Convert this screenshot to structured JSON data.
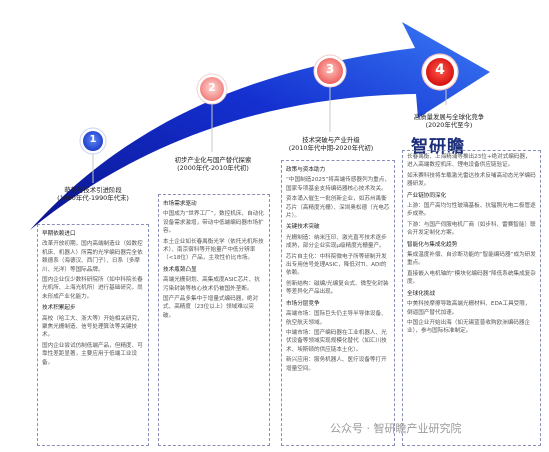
{
  "stages": [
    {
      "num": "1",
      "title": "萌芽与技术引进阶段",
      "period": "(1980年代-1990年代末)"
    },
    {
      "num": "2",
      "title": "初步产业化与国产替代探索",
      "period": "(2000年代-2010年代初)"
    },
    {
      "num": "3",
      "title": "技术突破与产业升级",
      "period": "(2010年代中期-2020年代初)"
    },
    {
      "num": "4",
      "title": "高质量发展与全球化竞争",
      "period": "(2020年代至今)"
    }
  ],
  "columns": [
    {
      "items": [
        {
          "kind": "h",
          "text": "早期依赖进口"
        },
        {
          "kind": "p",
          "text": "改革开放初期，国内高端制造业（如数控机床、机器人）所需的光学编码器完全依赖德系（海德汉、西门子）、日系（多摩川、光洋）等国际品牌。"
        },
        {
          "kind": "p",
          "text": "国内企业仅少数科研院所（如中科院长春光机所、上海光机所）进行基础研究，尚未形成产业化能力。"
        },
        {
          "kind": "h",
          "text": "技术积累起步"
        },
        {
          "kind": "p",
          "text": "高校（哈工大、浙大等）开始相关研究，聚焦光栅制造、信号处理算法等关键技术。"
        },
        {
          "kind": "p",
          "text": "国内企业尝试仿制低端产品，但精度、可靠性差距显著，主要应用于低端工业设备。"
        }
      ]
    },
    {
      "items": [
        {
          "kind": "h",
          "text": "市场需求驱动"
        },
        {
          "kind": "p",
          "text": "中国成为“世界工厂”，数控机床、自动化设备需求激增，带动中低端编码器市场扩容。"
        },
        {
          "kind": "p",
          "text": "本土企业如长春禹衡光学（依托光机所技术）、南京宿科等开始量产中低分辨率（<18位）产品，主攻性价比市场。"
        },
        {
          "kind": "h",
          "text": "技术瓶颈凸显"
        },
        {
          "kind": "p",
          "text": "高端光栅刻划、高集成度ASIC芯片、抗污染封装等核心技术仍被国外垄断。"
        },
        {
          "kind": "p",
          "text": "国产产品多集中于增量式编码器，绝对式、高精度（23位以上）领域难以突破。"
        }
      ]
    },
    {
      "items": [
        {
          "kind": "h",
          "text": "政策与资本助力"
        },
        {
          "kind": "p",
          "text": "“中国制造2025”将高端传感器列为重点，国家专项基金支持编码器核心技术攻关。"
        },
        {
          "kind": "p",
          "text": "资本涌入催生一批创新企业，如苏州禹衡芯片（高精度光栅）、深圳奥松德（光电芯片）。"
        },
        {
          "kind": "h",
          "text": "关键技术突破"
        },
        {
          "kind": "p",
          "text": "光栅制造：纳米压印、激光直写技术逐步成熟，部分企业实现μ级精度光栅量产。"
        },
        {
          "kind": "p",
          "text": "芯片自主化：中科院微电子所等研制开发出专用信号处理ASIC，降低对TI、ADI的依赖。"
        },
        {
          "kind": "p",
          "text": "创新结构：磁编/光编复合式、微型化封装等差异化产品出现。"
        },
        {
          "kind": "h",
          "text": "市场分层竞争"
        },
        {
          "kind": "p",
          "text": "高端市场：国际巨头仍主导半导体设备、航空航天领域。"
        },
        {
          "kind": "p",
          "text": "中端市场：国产编码器在工业机器人、光伏设备等领域实现规模化替代（如汇川技术、埃斯顿的供应链本土化）。"
        },
        {
          "kind": "p",
          "text": "新兴应用：服务机器人、医疗设备等打开增量空间。"
        }
      ]
    },
    {
      "items": [
        {
          "kind": "p",
          "text": "长春禹衡、上海精浦等推出23位+绝对式编码器，进入高端数控机床、锂电设备供应链验证。"
        },
        {
          "kind": "p",
          "text": "如禾赛科技将车载激光雷达技术反哺高动态光学编码器研发。"
        },
        {
          "kind": "h",
          "text": "产业链协同深化"
        },
        {
          "kind": "p",
          "text": "上游：国产高均匀性玻璃基板、抗辐照光电二极管逐步成熟。"
        },
        {
          "kind": "p",
          "text": "下游：与国产伺服电机厂商（如步科、雷赛智能）联合开发定制化方案。"
        },
        {
          "kind": "h",
          "text": "智能化与集成化趋势"
        },
        {
          "kind": "p",
          "text": "集成温度补偿、自诊断功能的“智能编码器”成为研发重点。"
        },
        {
          "kind": "p",
          "text": "直接嵌入电机轴的“模块化编码器”降低系统集成复杂度。"
        },
        {
          "kind": "h",
          "text": "全球化挑战"
        },
        {
          "kind": "p",
          "text": "中美科技摩擦导致高端光栅材料、EDA工具受限，倒逼国产替代加速。"
        },
        {
          "kind": "p",
          "text": "中国企业开始出海（如无锡蓝普收购欧洲编码器企业），参与国际标准制定。"
        }
      ]
    }
  ],
  "brand": "智研瞻",
  "watermark": "公众号 · 智研瞻产业研究院",
  "colors": {
    "arrow_dark": "#0d1aa8",
    "arrow_light": "#2f6af0",
    "circle1": "#2a4fd8",
    "circle2": "#f08a8a",
    "circle3": "#f07070",
    "circle4": "#e81f1f"
  }
}
